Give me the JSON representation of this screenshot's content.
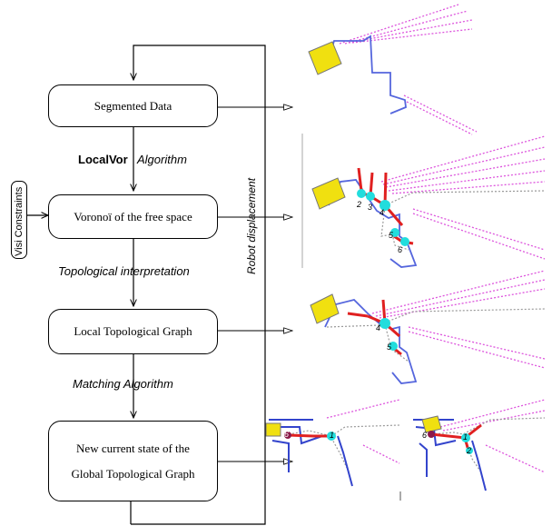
{
  "boxes": {
    "segmented": "Segmented Data",
    "voronoi": "Voronoï of the free space",
    "local_graph": "Local Topological Graph",
    "global_line1": "New current state of the",
    "global_line2": "Global Topological Graph"
  },
  "labels": {
    "localvor": "LocalVor",
    "algorithm": "Algorithm",
    "topological_interpretation": "Topological interpretation",
    "matching_algorithm": "Matching Algorithm",
    "robot_displacement": "Robot displacement",
    "visi_constraints": "Visi Constraints"
  },
  "node_labels": {
    "n2": "2",
    "n3": "3",
    "n4a": "4",
    "n5a": "5",
    "n6": "6",
    "n4b": "4",
    "n5b": "5",
    "n6c": "6",
    "n1c": "1",
    "n6d": "6",
    "n1d": "1",
    "n2d": "2"
  },
  "colors": {
    "robot": "#f0e010",
    "wall": "#5566dd",
    "laser": "#dd55dd",
    "voronoi_edge": "#e02020",
    "node": "#22dddd",
    "dotted": "#999999"
  }
}
